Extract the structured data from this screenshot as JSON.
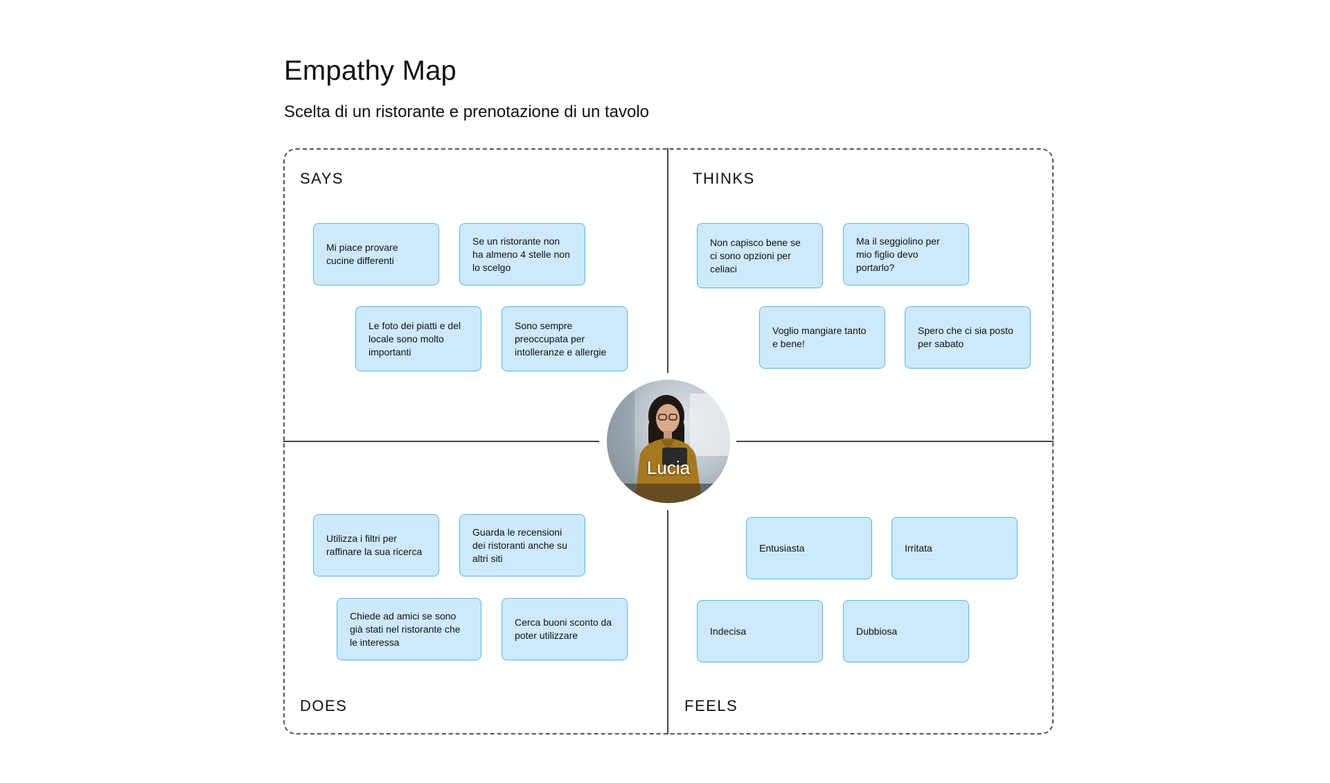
{
  "header": {
    "title": "Empathy Map",
    "subtitle": "Scelta di un ristorante e prenotazione di un tavolo"
  },
  "quadrants": {
    "says": {
      "label": "SAYS",
      "notes": [
        "Mi piace provare cucine differenti",
        "Se un ristorante non ha almeno 4 stelle non lo scelgo",
        "Le foto dei piatti e del locale sono molto importanti",
        "Sono sempre preoccupata per intolleranze e allergie"
      ]
    },
    "thinks": {
      "label": "THINKS",
      "notes": [
        "Non capisco bene se ci sono opzioni per celiaci",
        "Ma il seggiolino per mio figlio devo portarlo?",
        "Voglio mangiare tanto e bene!",
        "Spero che ci sia posto per sabato"
      ]
    },
    "does": {
      "label": "DOES",
      "notes": [
        "Utilizza i filtri per raffinare la sua ricerca",
        "Guarda le recensioni dei ristoranti anche su altri siti",
        "Chiede ad amici se sono già stati nel ristorante che le interessa",
        "Cerca buoni sconto da poter utilizzare"
      ]
    },
    "feels": {
      "label": "FEELS",
      "notes": [
        "Entusiasta",
        "Irritata",
        "Indecisa",
        "Dubbiosa"
      ]
    }
  },
  "persona": {
    "name": "Lucia"
  },
  "colors": {
    "note_fill": "#cde9fb",
    "note_border": "#55b8e6",
    "lines": "#444444"
  }
}
